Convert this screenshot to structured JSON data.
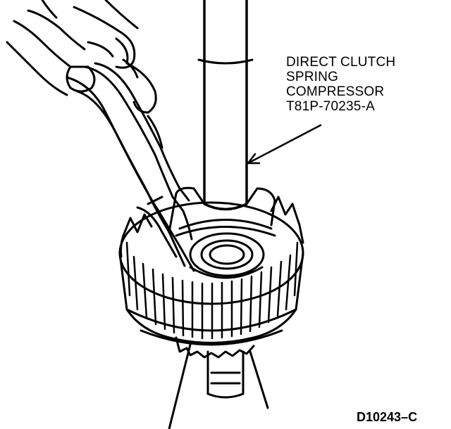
{
  "callout": {
    "lines": [
      "DIRECT CLUTCH",
      "SPRING",
      "COMPRESSOR",
      "T81P-70235-A"
    ]
  },
  "figure_id": "D10243–C",
  "colors": {
    "ink": "#000000",
    "paper": "#ffffff"
  },
  "icons": {
    "hand": "hand-icon",
    "pliers": "snap-ring-pliers-icon",
    "compressor": "spring-compressor-icon",
    "drum": "clutch-drum-icon"
  }
}
